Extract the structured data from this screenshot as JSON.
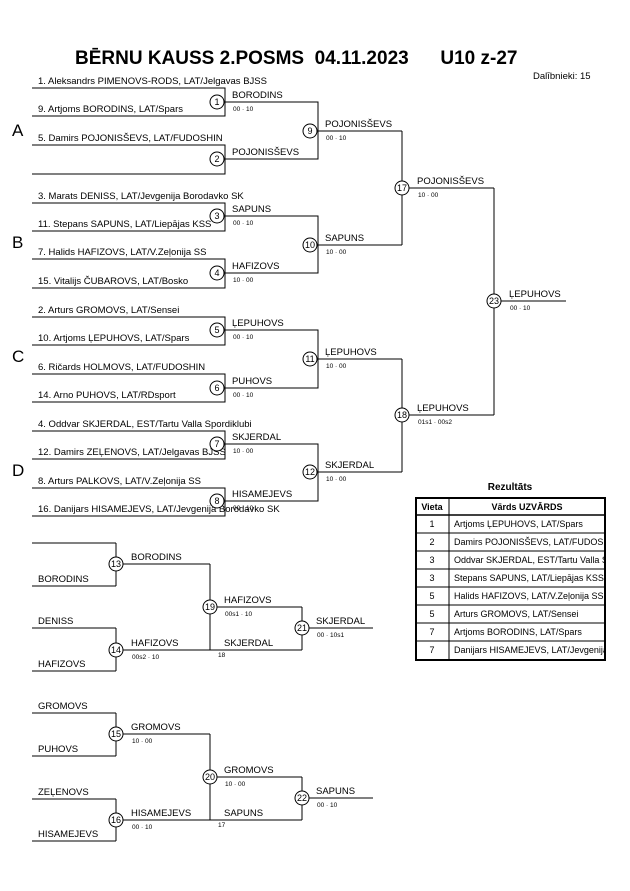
{
  "header": {
    "title": "BĒRNU KAUSS 2.POSMS  04.11.2023      U10 z-27",
    "participants": "Dalībnieki: 15"
  },
  "pools": [
    "A",
    "B",
    "C",
    "D"
  ],
  "entries": [
    "1. Aleksandrs PIMENOVS-RODS, LAT/Jelgavas BJSS",
    "9. Artjoms BORODINS, LAT/Spars",
    "5. Damirs POJONISŠEVS, LAT/FUDOSHIN",
    "",
    "3. Marats DENISS, LAT/Jevgenija Borodavko SK",
    "11. Stepans SAPUNS, LAT/Liepājas KSS",
    "7. Halids HAFIZOVS, LAT/V.Zeļonija SS",
    "15. Vitalijs ČUBAROVS, LAT/Bosko",
    "2. Arturs GROMOVS, LAT/Sensei",
    "10. Artjoms ĻEPUHOVS, LAT/Spars",
    "6. Ričards HOLMOVS, LAT/FUDOSHIN",
    "14. Arno PUHOVS, LAT/RDsport",
    "4. Oddvar SKJERDAL, EST/Tartu Valla Spordiklubi",
    "12. Damirs ZEĻENOVS, LAT/Jelgavas BJSS",
    "8. Arturs PALKOVS, LAT/V.Zeļonija SS",
    "16. Danijars HISAMEJEVS, LAT/Jevgenija Borodavko SK"
  ],
  "main_matches": [
    {
      "num": "1",
      "winner": "BORODINS",
      "score": "00 · 10"
    },
    {
      "num": "2",
      "winner": "POJONISŠEVS",
      "score": ""
    },
    {
      "num": "3",
      "winner": "SAPUNS",
      "score": "00 · 10"
    },
    {
      "num": "4",
      "winner": "HAFIZOVS",
      "score": "10 · 00"
    },
    {
      "num": "5",
      "winner": "ĻEPUHOVS",
      "score": "00 · 10"
    },
    {
      "num": "6",
      "winner": "PUHOVS",
      "score": "00 · 10"
    },
    {
      "num": "7",
      "winner": "SKJERDAL",
      "score": "10 · 00"
    },
    {
      "num": "8",
      "winner": "HISAMEJEVS",
      "score": "00 · 10"
    },
    {
      "num": "9",
      "winner": "POJONISŠEVS",
      "score": "00 · 10"
    },
    {
      "num": "10",
      "winner": "SAPUNS",
      "score": "10 · 00"
    },
    {
      "num": "11",
      "winner": "ĻEPUHOVS",
      "score": "10 · 00"
    },
    {
      "num": "12",
      "winner": "SKJERDAL",
      "score": "10 · 00"
    },
    {
      "num": "17",
      "winner": "POJONISŠEVS",
      "score": "10 · 00"
    },
    {
      "num": "18",
      "winner": "ĻEPUHOVS",
      "score": "01s1 · 00s2"
    },
    {
      "num": "23",
      "winner": "ĻEPUHOVS",
      "score": "00 · 10"
    }
  ],
  "repechage": [
    {
      "entries": [
        "",
        "BORODINS",
        "DENISS",
        "HAFIZOVS"
      ],
      "m1": {
        "num": "13",
        "winner": "BORODINS",
        "score": ""
      },
      "m2": {
        "num": "14",
        "winner": "HAFIZOVS",
        "score": "00s2 · 10"
      },
      "m3": {
        "num": "19",
        "winner": "HAFIZOVS",
        "score": "00s1 · 10"
      },
      "other": "SKJERDAL",
      "other_note": "18",
      "m4": {
        "num": "21",
        "winner": "SKJERDAL",
        "score": "00 · 10s1"
      }
    },
    {
      "entries": [
        "GROMOVS",
        "PUHOVS",
        "ZEĻENOVS",
        "HISAMEJEVS"
      ],
      "m1": {
        "num": "15",
        "winner": "GROMOVS",
        "score": "10 · 00"
      },
      "m2": {
        "num": "16",
        "winner": "HISAMEJEVS",
        "score": "00 · 10"
      },
      "m3": {
        "num": "20",
        "winner": "GROMOVS",
        "score": "10 · 00"
      },
      "other": "SAPUNS",
      "other_note": "17",
      "m4": {
        "num": "22",
        "winner": "SAPUNS",
        "score": "00 · 10"
      }
    }
  ],
  "results": {
    "title": "Rezultāts",
    "headers": [
      "Vieta",
      "Vārds UZVĀRDS"
    ],
    "rows": [
      {
        "place": "1",
        "name": "Artjoms ĻEPUHOVS, LAT/Spars"
      },
      {
        "place": "2",
        "name": "Damirs POJONISŠEVS, LAT/FUDOSHIN"
      },
      {
        "place": "3",
        "name": "Oddvar SKJERDAL, EST/Tartu Valla Spordiklubi"
      },
      {
        "place": "3",
        "name": "Stepans SAPUNS, LAT/Liepājas KSS"
      },
      {
        "place": "5",
        "name": "Halids HAFIZOVS, LAT/V.Zeļonija SS"
      },
      {
        "place": "5",
        "name": "Arturs GROMOVS, LAT/Sensei"
      },
      {
        "place": "7",
        "name": "Artjoms BORODINS, LAT/Spars"
      },
      {
        "place": "7",
        "name": "Danijars HISAMEJEVS, LAT/Jevgenija Borodavko SK"
      }
    ]
  }
}
